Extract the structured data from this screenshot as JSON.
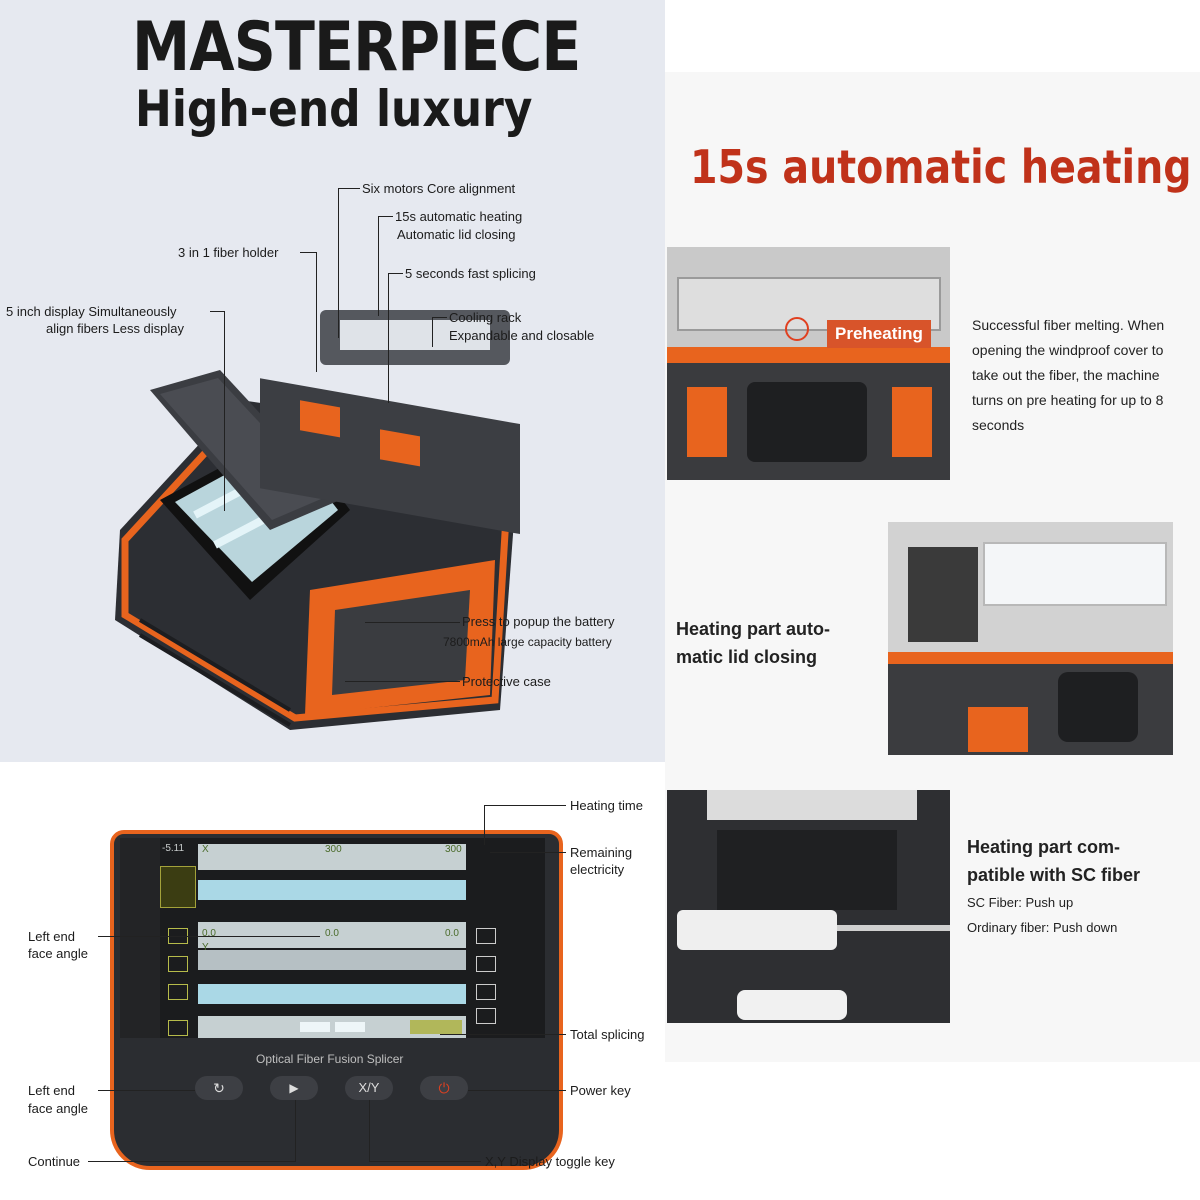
{
  "header": {
    "title": "MASTERPIECE",
    "subtitle": "High-end luxury"
  },
  "heating_title": "15s automatic heating",
  "machine_callouts": {
    "six_motors": "Six motors  Core alignment",
    "auto_heating_line1": "15s automatic heating",
    "auto_heating_line2": "Automatic lid closing",
    "fiber_holder": "3 in 1 fiber holder",
    "fast_splicing": "5 seconds fast splicing",
    "display_line1": "5 inch display Simultaneously",
    "display_line2": "align fibers Less display",
    "cooling_line1": "Cooling rack",
    "cooling_line2": "Expandable and closable",
    "battery_line1": "Press to popup the battery",
    "battery_line2": "7800mAh large capacity battery",
    "case": "Protective case"
  },
  "preheating": {
    "chip": "Preheating",
    "description": "Successful fiber melting. When opening the windproof cover to take out the fiber, the machine turns on pre heating for up to 8 seconds"
  },
  "lid_closing": "Heating part auto-matic lid closing",
  "sc_fiber": {
    "title": "Heating part com-patible with SC fiber",
    "line1": "SC Fiber: Push up",
    "line2": "Ordinary fiber: Push down"
  },
  "screen_callouts": {
    "heating_time": "Heating time",
    "remaining_line1": "Remaining",
    "remaining_line2": "electricity",
    "left_angle_line1": "Left end",
    "left_angle_line2": "face angle",
    "total_splicing": "Total splicing",
    "left_angle2_line1": "Left end",
    "left_angle2_line2": "face angle",
    "power_key": "Power key",
    "continue": "Continue",
    "xy_toggle": "X,Y Display toggle key"
  },
  "screen": {
    "brand": "Optical Fiber Fusion Splicer",
    "top_left_value": "-5.11",
    "x_label": "X",
    "top_mid": "300",
    "top_right": "300",
    "mid_left": "0.0",
    "mid_mid": "0.0",
    "mid_right": "0.0",
    "y_label": "Y",
    "xy_key": "X/Y"
  },
  "colors": {
    "accent": "#e8641e",
    "headline_red": "#c0321a",
    "chip": "#d8542a",
    "device_body": "#2b2d31"
  }
}
